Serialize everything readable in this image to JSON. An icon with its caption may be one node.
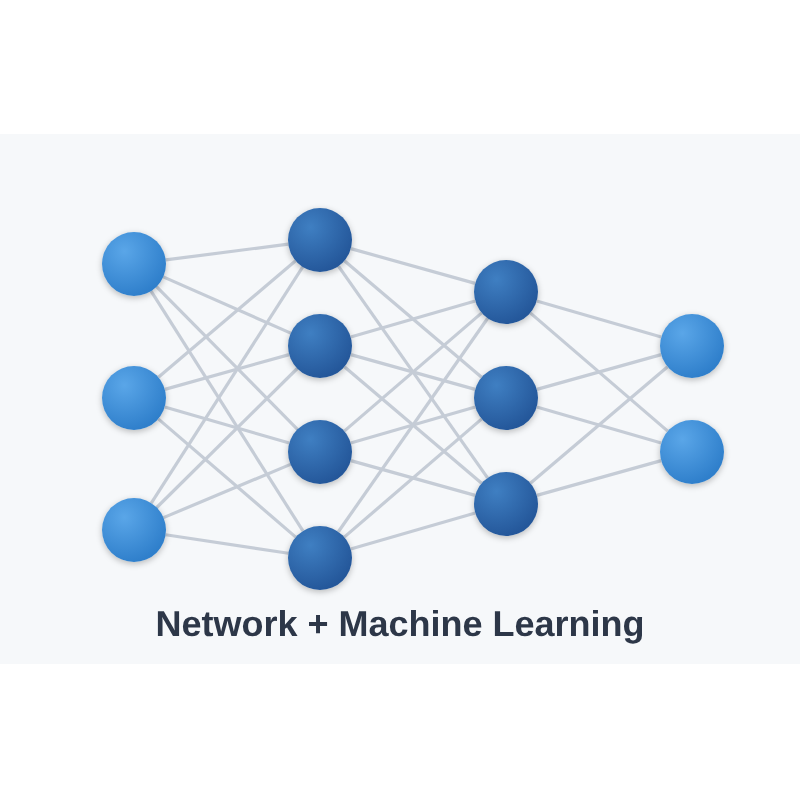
{
  "diagram": {
    "title": "Network + Machine Learning",
    "nodes": [
      {
        "text": [],
        "shape": "circle"
      },
      {
        "text": [],
        "shape": "circle"
      },
      {
        "text": [],
        "shape": "circle"
      },
      {
        "text": [],
        "shape": "circle"
      },
      {
        "text": [],
        "shape": "circle"
      },
      {
        "text": [],
        "shape": "circle"
      },
      {
        "text": [],
        "shape": "circle"
      },
      {
        "text": [],
        "shape": "circle"
      },
      {
        "text": [],
        "shape": "circle"
      },
      {
        "text": [],
        "shape": "circle"
      },
      {
        "text": [],
        "shape": "circle"
      },
      {
        "text": [],
        "shape": "circle"
      }
    ],
    "edges": [
      {
        "from": 0,
        "to": 3,
        "arrow": "none"
      },
      {
        "from": 0,
        "to": 4,
        "arrow": "none"
      },
      {
        "from": 0,
        "to": 5,
        "arrow": "none"
      },
      {
        "from": 0,
        "to": 6,
        "arrow": "none"
      },
      {
        "from": 1,
        "to": 3,
        "arrow": "none"
      },
      {
        "from": 1,
        "to": 4,
        "arrow": "none"
      },
      {
        "from": 1,
        "to": 5,
        "arrow": "none"
      },
      {
        "from": 1,
        "to": 6,
        "arrow": "none"
      },
      {
        "from": 2,
        "to": 3,
        "arrow": "none"
      },
      {
        "from": 2,
        "to": 4,
        "arrow": "none"
      },
      {
        "from": 2,
        "to": 5,
        "arrow": "none"
      },
      {
        "from": 2,
        "to": 6,
        "arrow": "none"
      },
      {
        "from": 3,
        "to": 7,
        "arrow": "none"
      },
      {
        "from": 3,
        "to": 8,
        "arrow": "none"
      },
      {
        "from": 3,
        "to": 9,
        "arrow": "none"
      },
      {
        "from": 4,
        "to": 7,
        "arrow": "none"
      },
      {
        "from": 4,
        "to": 8,
        "arrow": "none"
      },
      {
        "from": 4,
        "to": 9,
        "arrow": "none"
      },
      {
        "from": 5,
        "to": 7,
        "arrow": "none"
      },
      {
        "from": 5,
        "to": 8,
        "arrow": "none"
      },
      {
        "from": 5,
        "to": 9,
        "arrow": "none"
      },
      {
        "from": 6,
        "to": 7,
        "arrow": "none"
      },
      {
        "from": 6,
        "to": 8,
        "arrow": "none"
      },
      {
        "from": 6,
        "to": 9,
        "arrow": "none"
      },
      {
        "from": 7,
        "to": 10,
        "arrow": "none"
      },
      {
        "from": 7,
        "to": 11,
        "arrow": "none"
      },
      {
        "from": 8,
        "to": 10,
        "arrow": "none"
      },
      {
        "from": 8,
        "to": 11,
        "arrow": "none"
      },
      {
        "from": 9,
        "to": 10,
        "arrow": "none"
      },
      {
        "from": 9,
        "to": 11,
        "arrow": "none"
      }
    ]
  }
}
